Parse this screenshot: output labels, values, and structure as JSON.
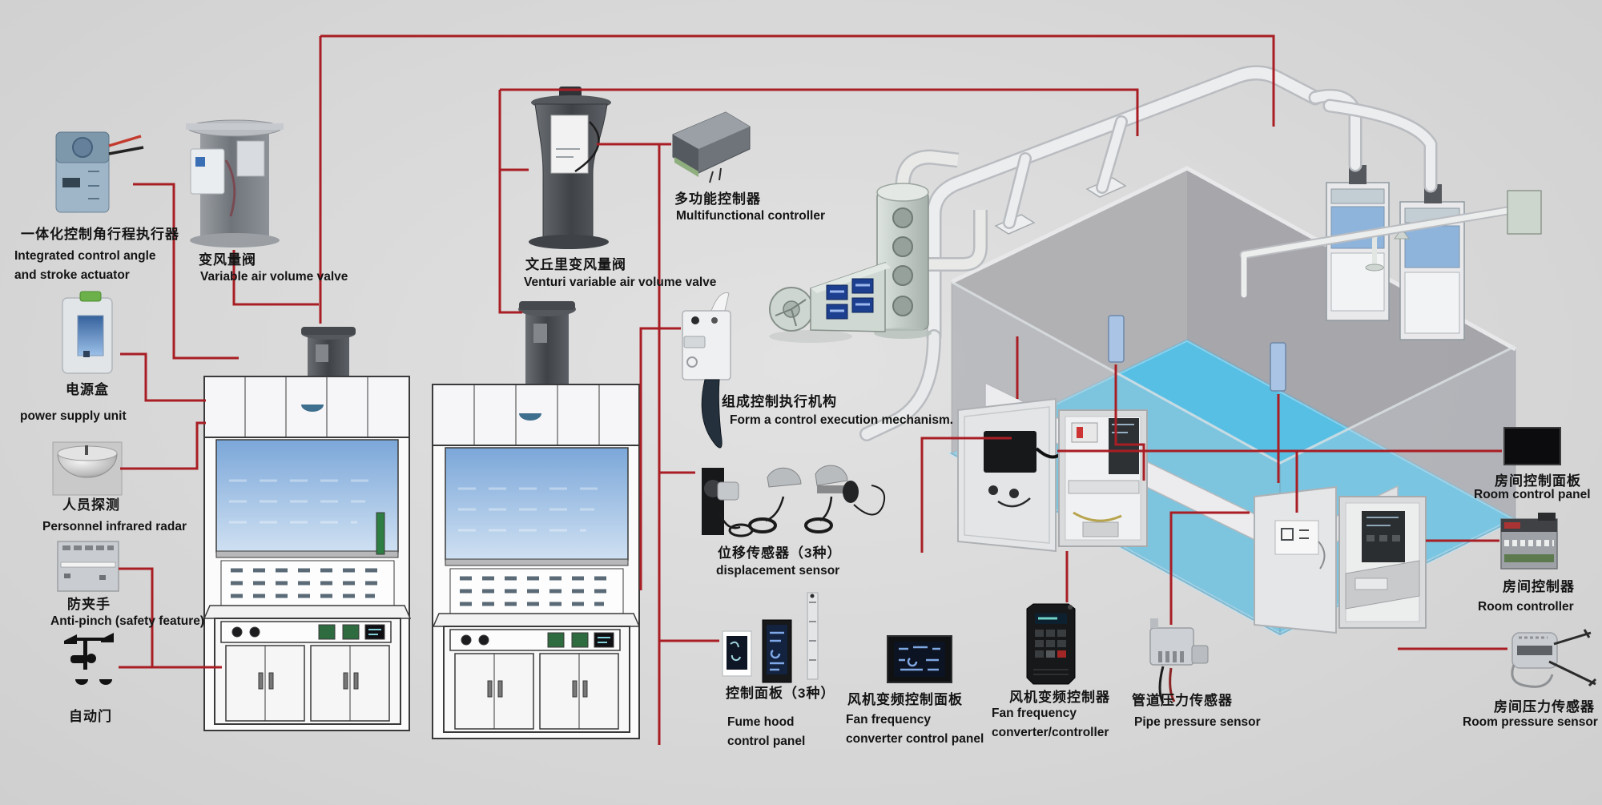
{
  "diagram": {
    "title": "Fume hood variable air volume control system diagram",
    "background_color": "#d8d8d8",
    "connector_line_color": "#a81e24",
    "room_floor_color": "#58bfe4",
    "labels": {
      "actuator": {
        "zh": "一体化控制角行程执行器",
        "en": "Integrated control angle\nand stroke actuator"
      },
      "vav": {
        "zh": "变风量阀",
        "en": "Variable air volume valve"
      },
      "power": {
        "zh": "电源盒",
        "en": "power supply unit"
      },
      "radar": {
        "zh": "人员探测",
        "en": "Personnel infrared radar"
      },
      "antipinch": {
        "zh": "防夹手",
        "en": "Anti-pinch (safety feature)"
      },
      "door": {
        "zh": "自动门",
        "en": ""
      },
      "venturi": {
        "zh": "文丘里变风量阀",
        "en": "Venturi variable air volume valve"
      },
      "multifunctional": {
        "zh": "多功能控制器",
        "en": "Multifunctional controller"
      },
      "exec_mech": {
        "zh": "组成控制执行机构",
        "en": "Form a control execution mechanism."
      },
      "displacement": {
        "zh": "位移传感器（3种）",
        "en": "displacement sensor"
      },
      "fume_panel": {
        "zh": "控制面板（3种）",
        "en": "Fume hood\ncontrol panel"
      },
      "fan_panel": {
        "zh": "风机变频控制面板",
        "en": "Fan frequency\nconverter control panel"
      },
      "fan_ctrl": {
        "zh": "风机变频控制器",
        "en": "Fan frequency\nconverter/controller"
      },
      "pipe_pressure": {
        "zh": "管道压力传感器",
        "en": "Pipe pressure sensor"
      },
      "room_panel": {
        "zh": "房间控制面板",
        "en": "Room control panel"
      },
      "room_ctrl": {
        "zh": "房间控制器",
        "en": "Room controller"
      },
      "room_pressure": {
        "zh": "房间压力传感器",
        "en": "Room pressure sensor"
      }
    }
  }
}
